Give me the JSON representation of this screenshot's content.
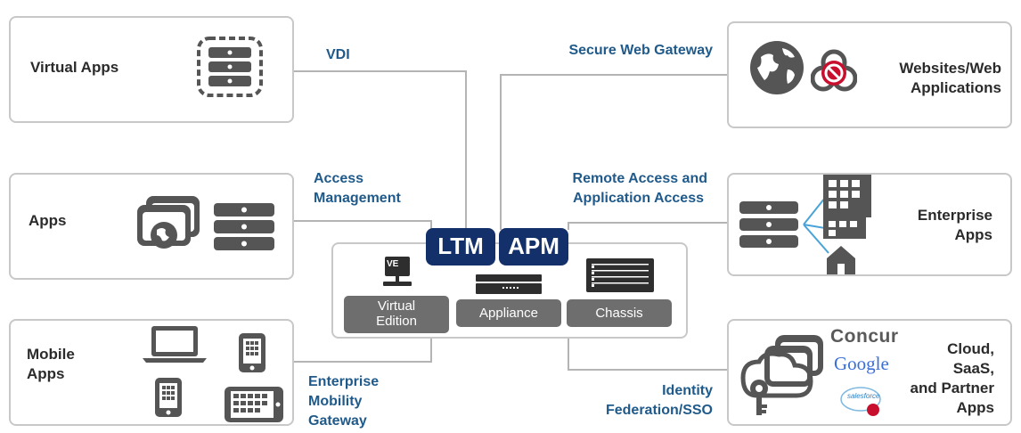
{
  "nodes": {
    "virtual_apps": "Virtual Apps",
    "apps": "Apps",
    "mobile_apps": [
      "Mobile",
      "Apps"
    ],
    "websites": [
      "Websites/Web",
      "Applications"
    ],
    "enterprise_apps": [
      "Enterprise",
      "Apps"
    ],
    "cloud": [
      "Cloud,",
      "SaaS,",
      "and Partner",
      "Apps"
    ]
  },
  "connections": {
    "vdi": "VDI",
    "access_management": [
      "Access",
      "Management"
    ],
    "enterprise_mobility": [
      "Enterprise",
      "Mobility",
      "Gateway"
    ],
    "secure_web_gateway": "Secure Web Gateway",
    "remote_access": [
      "Remote Access and",
      "Application Access"
    ],
    "identity_federation": [
      "Identity",
      "Federation/SSO"
    ]
  },
  "core": {
    "ltm": "LTM",
    "apm": "APM",
    "ve_badge": "VE",
    "platforms": {
      "virtual_edition": [
        "Virtual",
        "Edition"
      ],
      "appliance": "Appliance",
      "chassis": "Chassis"
    }
  },
  "logos": {
    "concur": "Concur",
    "google": "Google",
    "salesforce": "salesforce"
  },
  "colors": {
    "accent_navy": "#14306a",
    "connection_text": "#1f5a8a",
    "icon_gray": "#555555",
    "box_border": "#c8c8c8",
    "line_gray": "#b4b4b4"
  }
}
